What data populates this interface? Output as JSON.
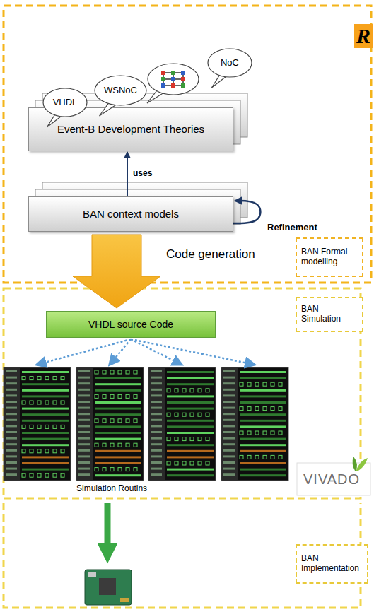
{
  "diagram": {
    "nodes": [
      {
        "text": [
          "VHDL"
        ]
      },
      {
        "text": [
          "WSNoC"
        ]
      },
      {
        "text": [
          "NoC"
        ]
      },
      {
        "text": [
          "Event-B Development Theories"
        ]
      },
      {
        "text": [
          "BAN context models"
        ]
      },
      {
        "text": [
          "BAN Formal modelling"
        ]
      },
      {
        "text": [
          "VHDL source Code"
        ]
      },
      {
        "text": [
          "BAN Simulation"
        ]
      },
      {
        "text": [
          "BAN Implementation"
        ]
      }
    ],
    "edges": [
      {
        "from": 4,
        "to": 3,
        "arrow": "to",
        "label": "uses"
      },
      {
        "from": 4,
        "to": 4,
        "arrow": "to",
        "label": "Refinement"
      },
      {
        "from": 4,
        "to": 6,
        "arrow": "to",
        "label": "Code generation"
      }
    ],
    "labels": [
      "Simulation Routins",
      "VIVADO",
      "R"
    ]
  }
}
